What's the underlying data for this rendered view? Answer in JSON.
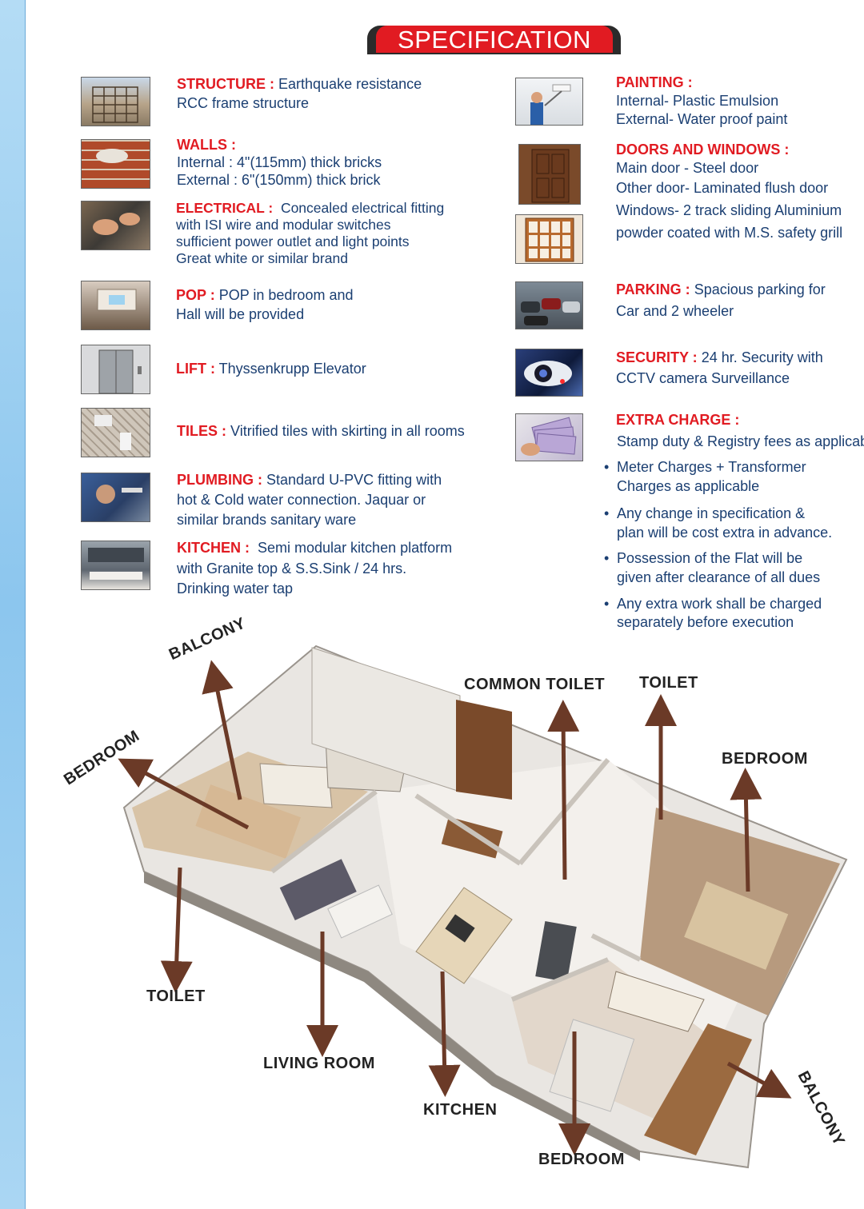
{
  "header": {
    "title": "SPECIFICATION"
  },
  "left_specs": [
    {
      "label": "STRUCTURE :",
      "lines": [
        "Earthquake resistance",
        "RCC frame structure"
      ]
    },
    {
      "label": "WALLS :",
      "lines": [
        "Internal : 4\"(115mm) thick bricks",
        "External : 6\"(150mm) thick brick"
      ]
    },
    {
      "label": "ELECTRICAL :",
      "lines": [
        "Concealed electrical fitting",
        "with ISI wire and modular switches",
        "sufficient power outlet and light points",
        "Great white or similar brand"
      ]
    },
    {
      "label": "POP :",
      "lines": [
        "POP in bedroom and",
        "Hall will be provided"
      ]
    },
    {
      "label": "LIFT :",
      "lines": [
        "Thyssenkrupp Elevator"
      ]
    },
    {
      "label": "TILES :",
      "lines": [
        "Vitrified tiles with skirting in all rooms"
      ]
    },
    {
      "label": "PLUMBING :",
      "lines": [
        "Standard U-PVC fitting with",
        "hot & Cold water connection. Jaquar or",
        "similar brands sanitary ware"
      ]
    },
    {
      "label": "KITCHEN :",
      "lines": [
        "Semi modular kitchen platform",
        "with Granite top & S.S.Sink / 24 hrs.",
        "Drinking water tap"
      ]
    }
  ],
  "right_specs": [
    {
      "label": "PAINTING :",
      "lines": [
        "",
        "Internal- Plastic Emulsion",
        "External- Water proof paint"
      ]
    },
    {
      "label": "DOORS AND WINDOWS :",
      "lines": [
        "",
        "Main door - Steel door",
        "Other door- Laminated flush door",
        "Windows- 2 track sliding Aluminium",
        "powder coated with M.S. safety grill"
      ]
    },
    {
      "label": "PARKING :",
      "lines": [
        "Spacious parking for",
        "Car and 2 wheeler"
      ]
    },
    {
      "label": "SECURITY :",
      "lines": [
        "24 hr. Security with",
        "CCTV camera Surveillance"
      ]
    },
    {
      "label": "EXTRA CHARGE :",
      "lines": [
        ""
      ]
    }
  ],
  "extra_charges": [
    [
      "Stamp duty & Registry fees as applicable"
    ],
    [
      "Meter Charges + Transformer",
      "Charges as applicable"
    ],
    [
      "Any change in specification &",
      "plan will be cost extra in advance."
    ],
    [
      "Possession of the Flat will be",
      "given after clearance of all dues"
    ],
    [
      "Any extra work shall be charged",
      "separately before execution"
    ]
  ],
  "plan_labels": {
    "balcony_top": "BALCONY",
    "bedroom_left": "BEDROOM",
    "common_toilet": "COMMON TOILET",
    "toilet_top": "TOILET",
    "bedroom_right": "BEDROOM",
    "toilet_left": "TOILET",
    "living_room": "LIVING ROOM",
    "kitchen": "KITCHEN",
    "bedroom_bottom": "BEDROOM",
    "balcony_right": "BALCONY"
  },
  "colors": {
    "label_red": "#e11b22",
    "text_navy": "#1b3f72",
    "arrow_brown": "#6b3a27",
    "sidebar_blue": "#8cc6ee"
  }
}
